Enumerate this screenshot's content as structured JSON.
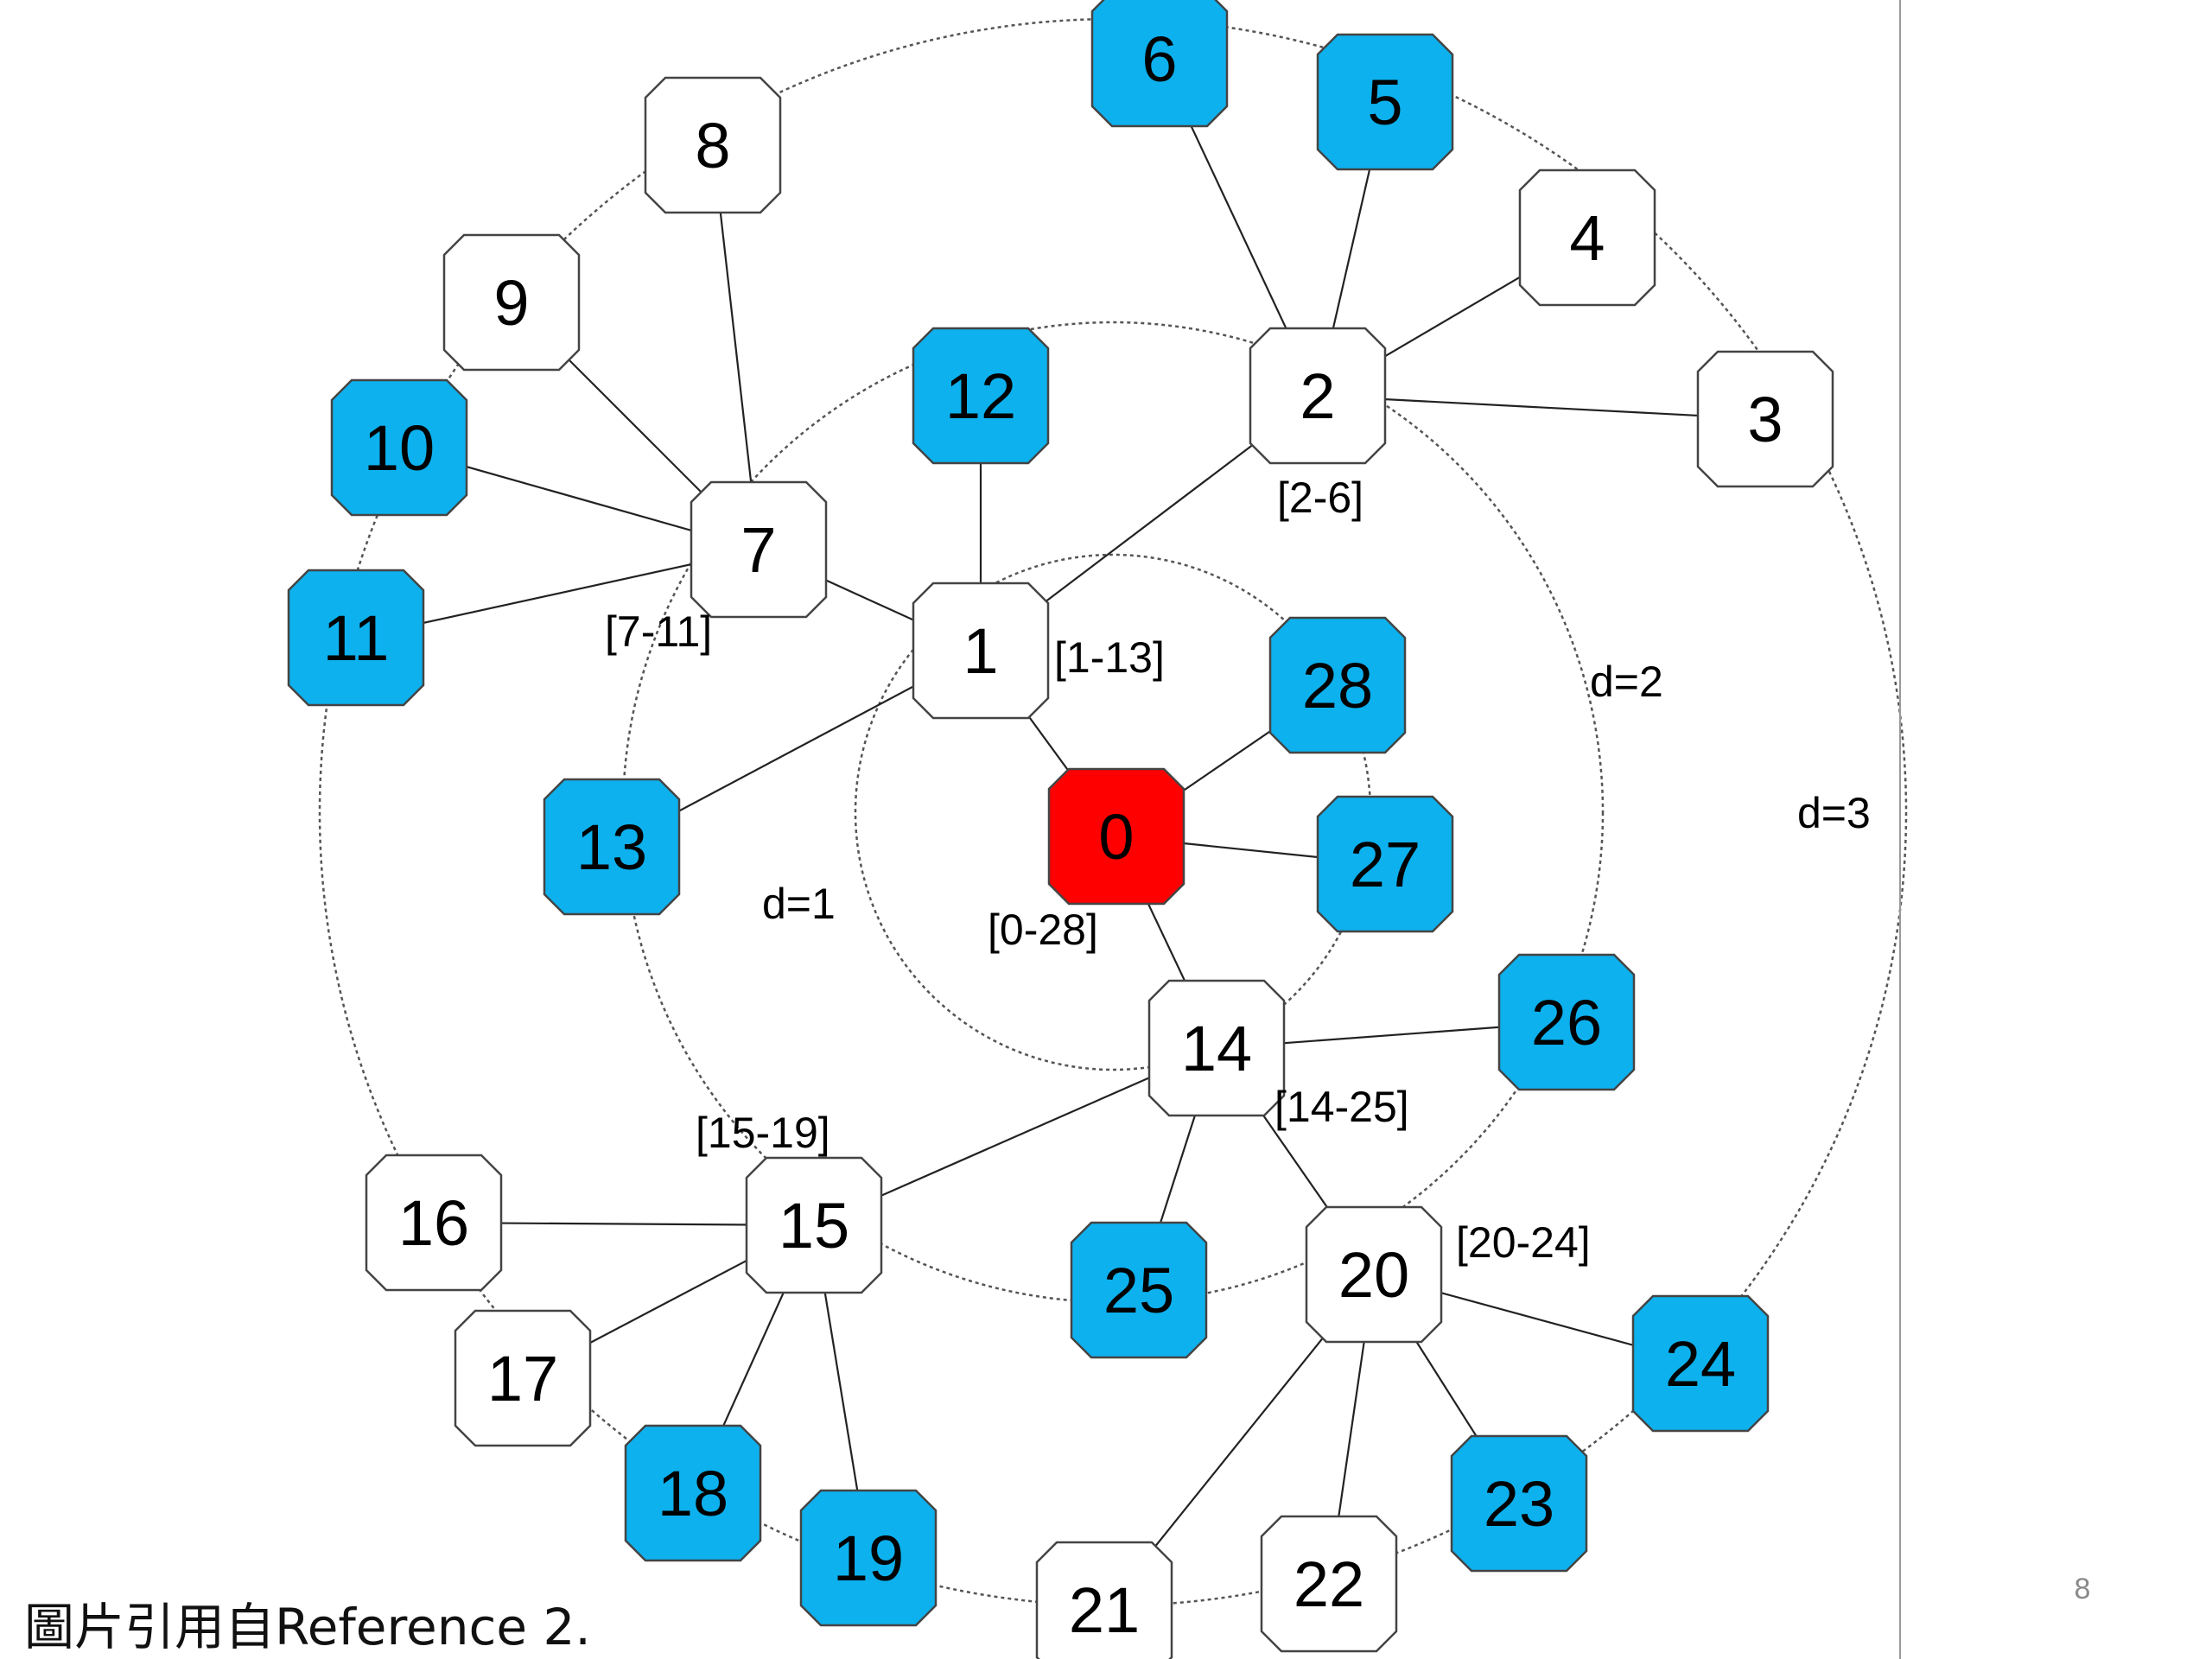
{
  "diagram": {
    "colors": {
      "root": "#ff0000",
      "highlighted": "#0db1ee",
      "plain": "#ffffff",
      "border": "#444444",
      "edge": "#222222",
      "ring": "#555555"
    },
    "nodes": [
      {
        "id": "0",
        "style": "root"
      },
      {
        "id": "1",
        "style": "plain"
      },
      {
        "id": "2",
        "style": "plain"
      },
      {
        "id": "3",
        "style": "plain"
      },
      {
        "id": "4",
        "style": "plain"
      },
      {
        "id": "5",
        "style": "highlighted"
      },
      {
        "id": "6",
        "style": "highlighted"
      },
      {
        "id": "7",
        "style": "plain"
      },
      {
        "id": "8",
        "style": "plain"
      },
      {
        "id": "9",
        "style": "plain"
      },
      {
        "id": "10",
        "style": "highlighted"
      },
      {
        "id": "11",
        "style": "highlighted"
      },
      {
        "id": "12",
        "style": "highlighted"
      },
      {
        "id": "13",
        "style": "highlighted"
      },
      {
        "id": "14",
        "style": "plain"
      },
      {
        "id": "15",
        "style": "plain"
      },
      {
        "id": "16",
        "style": "plain"
      },
      {
        "id": "17",
        "style": "plain"
      },
      {
        "id": "18",
        "style": "highlighted"
      },
      {
        "id": "19",
        "style": "highlighted"
      },
      {
        "id": "20",
        "style": "plain"
      },
      {
        "id": "21",
        "style": "plain"
      },
      {
        "id": "22",
        "style": "plain"
      },
      {
        "id": "23",
        "style": "highlighted"
      },
      {
        "id": "24",
        "style": "highlighted"
      },
      {
        "id": "25",
        "style": "highlighted"
      },
      {
        "id": "26",
        "style": "highlighted"
      },
      {
        "id": "27",
        "style": "highlighted"
      },
      {
        "id": "28",
        "style": "highlighted"
      }
    ],
    "edges": [
      [
        "0",
        "1"
      ],
      [
        "0",
        "28"
      ],
      [
        "0",
        "27"
      ],
      [
        "0",
        "14"
      ],
      [
        "1",
        "2"
      ],
      [
        "1",
        "12"
      ],
      [
        "1",
        "7"
      ],
      [
        "1",
        "13"
      ],
      [
        "2",
        "6"
      ],
      [
        "2",
        "5"
      ],
      [
        "2",
        "4"
      ],
      [
        "2",
        "3"
      ],
      [
        "7",
        "8"
      ],
      [
        "7",
        "9"
      ],
      [
        "7",
        "10"
      ],
      [
        "7",
        "11"
      ],
      [
        "14",
        "26"
      ],
      [
        "14",
        "15"
      ],
      [
        "14",
        "25"
      ],
      [
        "14",
        "20"
      ],
      [
        "15",
        "16"
      ],
      [
        "15",
        "17"
      ],
      [
        "15",
        "18"
      ],
      [
        "15",
        "19"
      ],
      [
        "20",
        "24"
      ],
      [
        "20",
        "23"
      ],
      [
        "20",
        "22"
      ],
      [
        "20",
        "21"
      ]
    ],
    "range_labels": [
      {
        "key": "r0",
        "text": "[0-28]"
      },
      {
        "key": "r1",
        "text": "[1-13]"
      },
      {
        "key": "r2",
        "text": "[2-6]"
      },
      {
        "key": "r7",
        "text": "[7-11]"
      },
      {
        "key": "r14",
        "text": "[14-25]"
      },
      {
        "key": "r15",
        "text": "[15-19]"
      },
      {
        "key": "r20",
        "text": "[20-24]"
      }
    ],
    "ring_labels": [
      {
        "key": "d1",
        "text": "d=1"
      },
      {
        "key": "d2",
        "text": "d=2"
      },
      {
        "key": "d3",
        "text": "d=3"
      }
    ]
  },
  "caption": "圖片引用自Reference 2.",
  "page_number": "8"
}
